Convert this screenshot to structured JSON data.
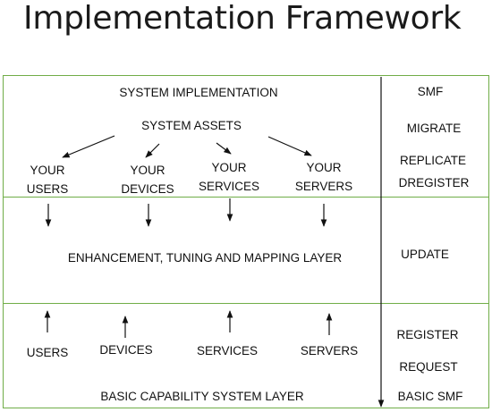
{
  "title": "Implementation Framework",
  "top_layer": {
    "heading": "SYSTEM IMPLEMENTATION",
    "assets": "SYSTEM  ASSETS",
    "items": [
      {
        "line1": "YOUR",
        "line2": "USERS"
      },
      {
        "line1": "YOUR",
        "line2": "DEVICES"
      },
      {
        "line1": "YOUR",
        "line2": "SERVICES"
      },
      {
        "line1": "YOUR",
        "line2": "SERVERS"
      }
    ]
  },
  "middle_layer": {
    "label": "ENHANCEMENT, TUNING  AND MAPPING LAYER"
  },
  "bottom_layer": {
    "items": [
      "USERS",
      "DEVICES",
      "SERVICES",
      "SERVERS"
    ],
    "label": "BASIC CAPABILITY SYSTEM LAYER"
  },
  "side": {
    "top": [
      "SMF",
      "MIGRATE",
      "REPLICATE",
      "DREGISTER"
    ],
    "middle": [
      "UPDATE"
    ],
    "bottom": [
      "REGISTER",
      "REQUEST",
      "BASIC SMF"
    ]
  },
  "colors": {
    "border": "#70ad47",
    "text": "#111111"
  }
}
